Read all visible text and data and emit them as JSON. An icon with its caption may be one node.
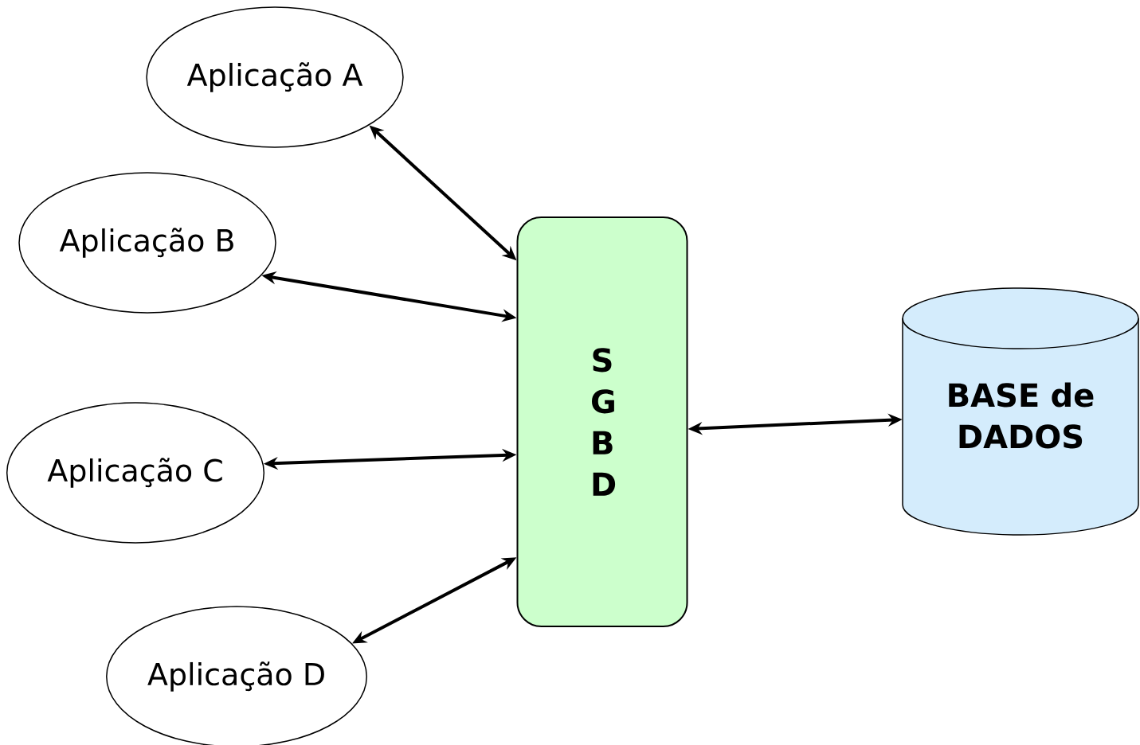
{
  "diagram": {
    "nodes": [
      {
        "text": [
          "Aplicação A"
        ]
      },
      {
        "text": [
          "Aplicação B"
        ]
      },
      {
        "text": [
          "Aplicação C"
        ]
      },
      {
        "text": [
          "Aplicação D"
        ]
      },
      {
        "text": [
          "S G B D"
        ]
      },
      {
        "text": [
          "BASE de DADOS"
        ]
      }
    ],
    "edges": [
      {
        "from": 0,
        "to": 4,
        "arrow": "both"
      },
      {
        "from": 1,
        "to": 4,
        "arrow": "both"
      },
      {
        "from": 2,
        "to": 4,
        "arrow": "both"
      },
      {
        "from": 3,
        "to": 4,
        "arrow": "both"
      },
      {
        "from": 4,
        "to": 5,
        "arrow": "both"
      }
    ]
  }
}
